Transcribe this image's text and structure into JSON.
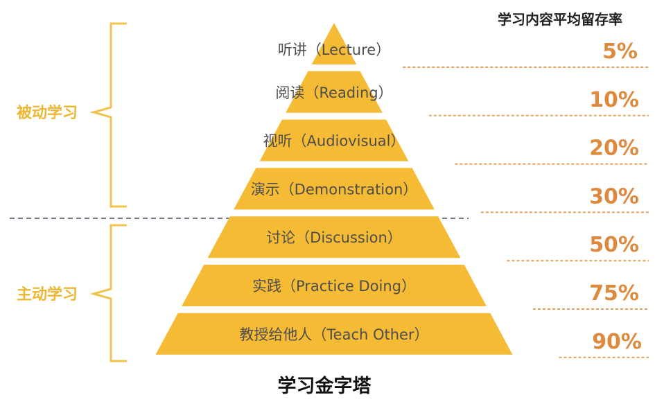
{
  "header": {
    "retention_label": "学习内容平均留存率"
  },
  "title": "学习金字塔",
  "groups": {
    "passive": "被动学习",
    "active": "主动学习"
  },
  "levels": [
    {
      "label": "听讲（Lecture）",
      "retention": "5%"
    },
    {
      "label": "阅读（Reading）",
      "retention": "10%"
    },
    {
      "label": "视听（Audiovisual）",
      "retention": "20%"
    },
    {
      "label": "演示（Demonstration）",
      "retention": "30%"
    },
    {
      "label": "讨论（Discussion）",
      "retention": "50%"
    },
    {
      "label": "实践（Practice Doing）",
      "retention": "75%"
    },
    {
      "label": "教授给他人（Teach Other）",
      "retention": "90%"
    }
  ],
  "colors": {
    "band": "#f5bb35",
    "percent": "#de8a3e",
    "group_label": "#edb634",
    "divider": "#6f7a86"
  }
}
